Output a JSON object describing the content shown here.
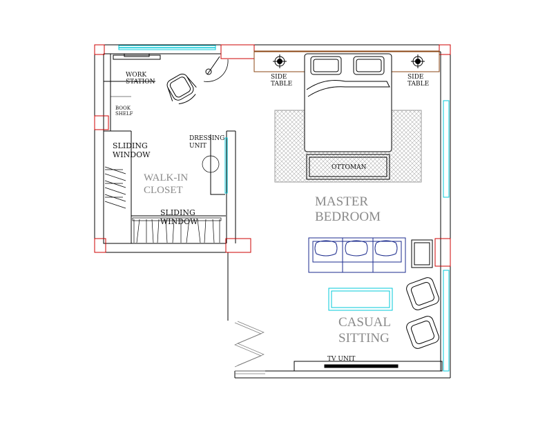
{
  "plan": {
    "rooms": {
      "master_bedroom": [
        "MASTER",
        "BEDROOM"
      ],
      "walk_in_closet": [
        "WALK-IN",
        "CLOSET"
      ],
      "casual_sitting": [
        "CASUAL",
        "SITTING"
      ]
    },
    "labels": {
      "work_station": [
        "WORK",
        "STATION"
      ],
      "book_shelf": [
        "BOOK",
        "SHELF"
      ],
      "dressing_unit": [
        "DRESSING",
        "UNIT"
      ],
      "sliding_window_left": [
        "SLIDING",
        "WINDOW"
      ],
      "sliding_window_bottom": [
        "SLIDING",
        "WINDOW"
      ],
      "side_table_left": [
        "SIDE",
        "TABLE"
      ],
      "side_table_right": [
        "SIDE",
        "TABLE"
      ],
      "ottoman": "OTTOMAN",
      "tv_unit": "TV UNIT"
    },
    "colors": {
      "wall": "#000000",
      "column": "#cc0000",
      "window": "#00c8d8",
      "sofa": "#1a2a8c",
      "headboard": "#8b4513",
      "room_label": "#8a8a8a"
    }
  }
}
